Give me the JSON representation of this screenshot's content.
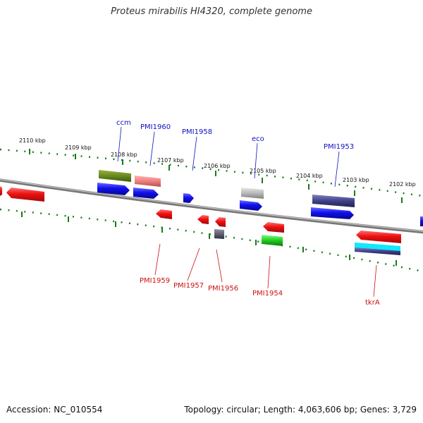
{
  "title": "Proteus mirabilis HI4320, complete genome",
  "footer": {
    "accession": "Accession: NC_010554",
    "topology": "Topology: circular; Length: 4,063,606 bp; Genes: 3,729"
  },
  "ticks": [
    "2110 kbp",
    "2109 kbp",
    "2108 kbp",
    "2107 kbp",
    "2106 kbp",
    "2105 kbp",
    "2104 kbp",
    "2103 kbp",
    "2102 kbp"
  ],
  "labels_top": [
    "ccm",
    "PMI1960",
    "PMI1958",
    "eco",
    "PMI1953"
  ],
  "labels_bottom": [
    "PMI1959",
    "PMI1957",
    "PMI1956",
    "PMI1954",
    "tkrA"
  ],
  "colors": {
    "backbone": "#888888",
    "tick": "#1a7a1a",
    "blue_gene": "#0a0aee",
    "red_gene": "#ee1111",
    "label_blue": "#1010c0",
    "label_red": "#cc1010"
  }
}
